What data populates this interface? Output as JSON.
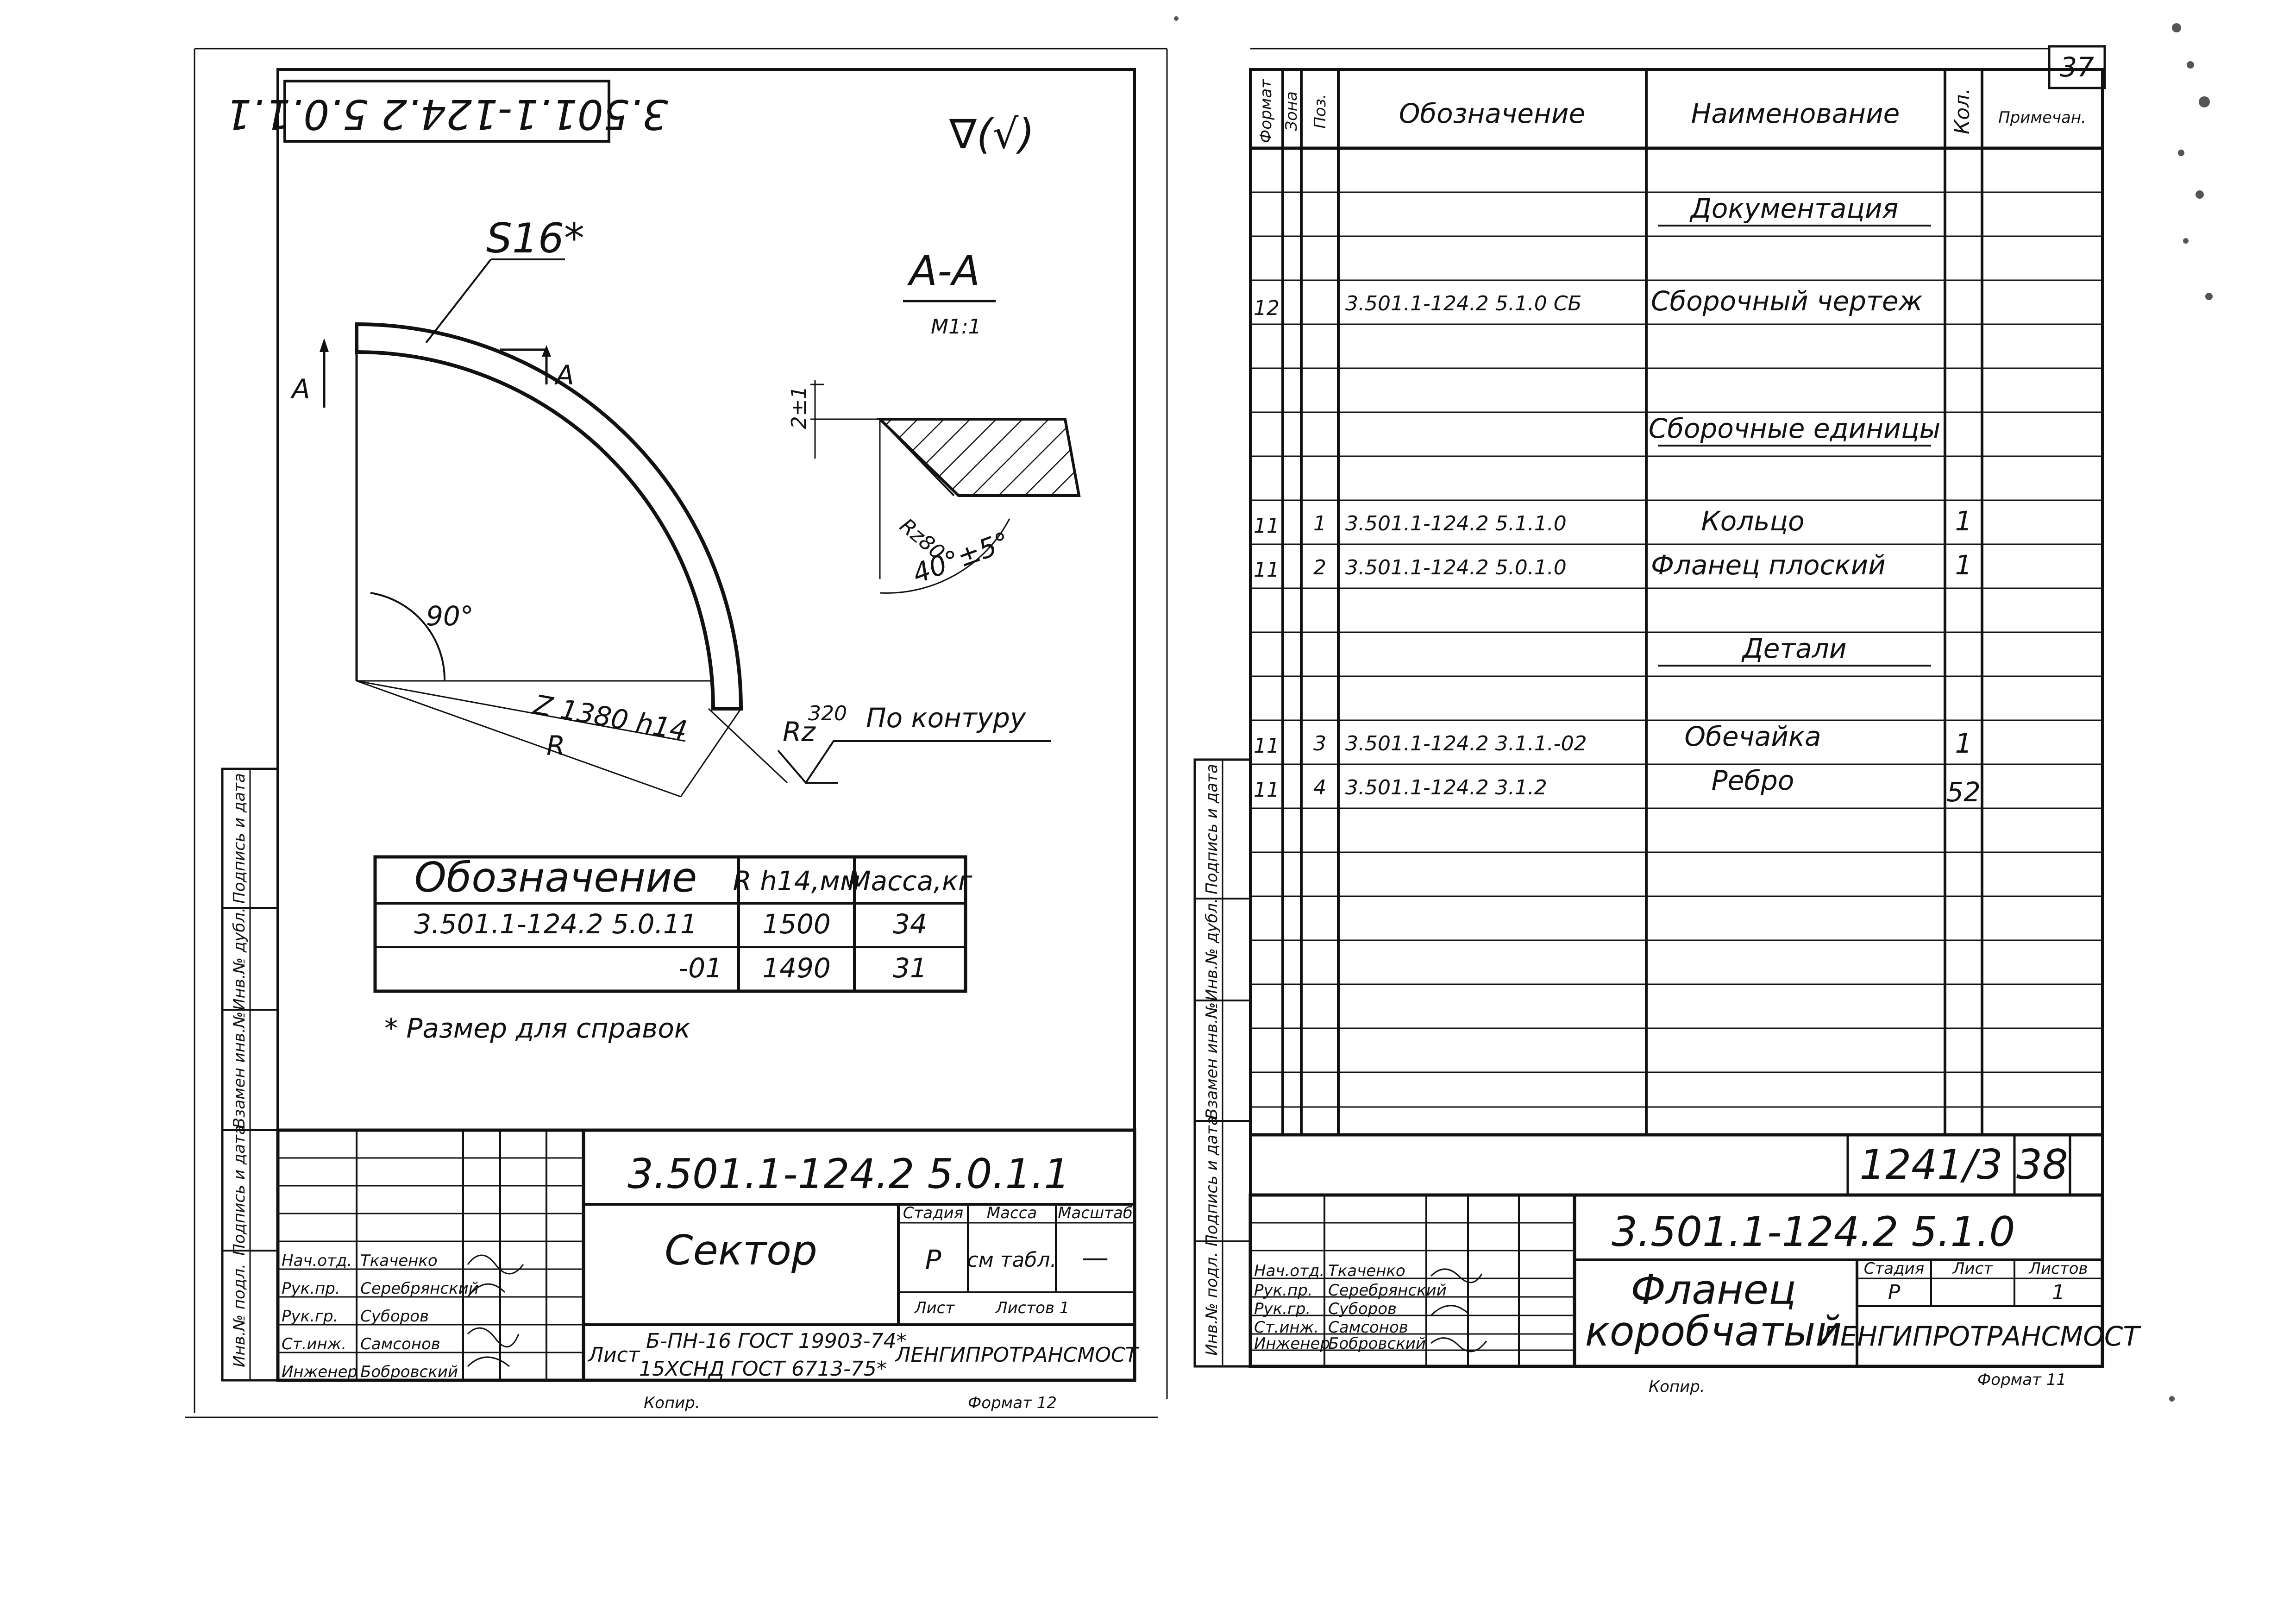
{
  "page_number": "37",
  "left_sheet": {
    "rotated_designation": "3.501.1-124.2 5.0.1.1",
    "surface_mark": "∇(√)",
    "section": {
      "label": "A-A",
      "scale": "M1:1",
      "dim_top": "2±1",
      "roughness": "Rz80",
      "angle": "40°±5°"
    },
    "view_labels": {
      "left": "A",
      "right": "A"
    },
    "thickness": "S16*",
    "angle": "90°",
    "radius_dim": "Z 1380 h14",
    "radius_label": "R",
    "roughness_note": {
      "rz": "Rz",
      "value": "320",
      "text": "По контуру"
    },
    "table": {
      "headers": [
        "Обозначение",
        "R h14,мм",
        "Масса,кг"
      ],
      "rows": [
        [
          "3.501.1-124.2 5.0.11",
          "1500",
          "34"
        ],
        [
          "-01",
          "1490",
          "31"
        ]
      ]
    },
    "note": "* Размер для справок",
    "title_block": {
      "designation": "3.501.1-124.2 5.0.1.1",
      "name": "Сектор",
      "headers": {
        "stage": "Стадия",
        "mass": "Масса",
        "scale": "Масштаб"
      },
      "stage": "Р",
      "mass": "см табл.",
      "scale_value": "—",
      "sheet": "Лист",
      "sheets": "Листов 1",
      "material_label": "Лист",
      "material_1": "Б-ПН-16 ГОСТ 19903-74*",
      "material_2": "15ХСНД ГОСТ 6713-75*",
      "org": "ЛЕНГИПРОТРАНСМОСТ",
      "roles": [
        "Нач.отд.",
        "Рук.пр.",
        "Рук.гр.",
        "Ст.инж.",
        "Инженер"
      ],
      "names": [
        "Ткаченко",
        "Серебрянский",
        "Суборов",
        "Самсонов",
        "Бобровский"
      ],
      "copy": "Копир.",
      "format": "Формат 12"
    },
    "side_labels": [
      "Подпись и дата",
      "Инв.№ дубл.",
      "Взамен инв.№",
      "Подпись и дата",
      "Инв.№ подл."
    ]
  },
  "right_sheet": {
    "headers": [
      "Формат",
      "Зона",
      "Поз.",
      "Обозначение",
      "Наименование",
      "Кол.",
      "Примечан."
    ],
    "rows": [
      {
        "format": "",
        "pos": "",
        "designation": "",
        "name": "Документация",
        "qty": "",
        "section": true
      },
      {
        "format": "12",
        "pos": "",
        "designation": "3.501.1-124.2 5.1.0 СБ",
        "name": "Сборочный чертеж",
        "qty": ""
      },
      {
        "format": "",
        "pos": "",
        "designation": "",
        "name": "Сборочные единицы",
        "qty": "",
        "section": true
      },
      {
        "format": "11",
        "pos": "1",
        "designation": "3.501.1-124.2 5.1.1.0",
        "name": "Кольцо",
        "qty": "1"
      },
      {
        "format": "11",
        "pos": "2",
        "designation": "3.501.1-124.2 5.0.1.0",
        "name": "Фланец плоский",
        "qty": "1"
      },
      {
        "format": "",
        "pos": "",
        "designation": "",
        "name": "Детали",
        "qty": "",
        "section": true
      },
      {
        "format": "11",
        "pos": "3",
        "designation": "3.501.1-124.2 3.1.1.-02",
        "name": "Обечайка",
        "qty": "1"
      },
      {
        "format": "11",
        "pos": "4",
        "designation": "3.501.1-124.2 3.1.2",
        "name": "Ребро",
        "qty": "52"
      }
    ],
    "code": "1241/3",
    "sheet_no": "38",
    "title_block": {
      "designation": "3.501.1-124.2 5.1.0",
      "name_1": "Фланец",
      "name_2": "коробчатый",
      "headers": {
        "stage": "Стадия",
        "sheet": "Лист",
        "sheets": "Листов"
      },
      "stage": "Р",
      "sheets": "1",
      "org": "ЛЕНГИПРОТРАНСМОСТ",
      "roles": [
        "Нач.отд.",
        "Рук.пр.",
        "Рук.гр.",
        "Ст.инж.",
        "Инженер"
      ],
      "names": [
        "Ткаченко",
        "Серебрянский",
        "Суборов",
        "Самсонов",
        "Бобровский"
      ],
      "copy": "Копир.",
      "format": "Формат 11"
    },
    "side_labels": [
      "Подпись и дата",
      "Инв.№ дубл.",
      "Взамен инв.№",
      "Подпись и дата",
      "Инв.№ подл."
    ]
  }
}
